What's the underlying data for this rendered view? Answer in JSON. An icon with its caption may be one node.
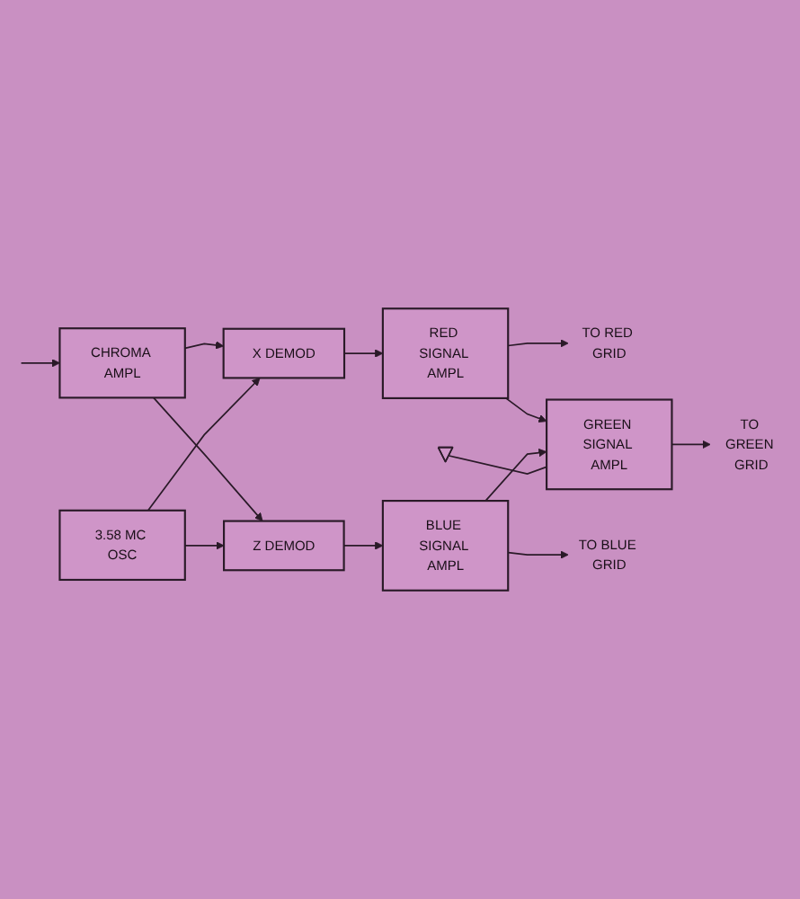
{
  "diagram": {
    "nodes": [
      {
        "text": [
          "X DEMOD"
        ]
      },
      {
        "text": [
          "RED SIGNAL AMPL"
        ]
      },
      {
        "text": [
          "TO RED GRID"
        ]
      },
      {
        "text": [
          "CHROMA AMPL"
        ]
      },
      {
        "text": [],
        "shape": "ground"
      },
      {
        "text": [
          "GREEN SIGNAL AMPL"
        ]
      },
      {
        "text": [
          "TO GREEN GRID"
        ]
      },
      {
        "text": [
          "3.58 MC OSC"
        ]
      },
      {
        "text": [
          "BLUE SIGNAL AMPL"
        ]
      },
      {
        "text": [
          "TO BLUE GRID"
        ]
      },
      {
        "text": [
          "Z DEMOD"
        ]
      }
    ],
    "edges": [
      {
        "from": null,
        "to": 3,
        "arrow": "to"
      },
      {
        "from": 3,
        "to": 0,
        "arrow": "to"
      },
      {
        "from": 3,
        "to": 10,
        "arrow": "to"
      },
      {
        "from": 7,
        "to": 0,
        "arrow": "to"
      },
      {
        "from": 7,
        "to": 10,
        "arrow": "to"
      },
      {
        "from": 0,
        "to": 1,
        "arrow": "to"
      },
      {
        "from": 1,
        "to": 5,
        "arrow": "to"
      },
      {
        "from": 8,
        "to": 5,
        "arrow": "to"
      },
      {
        "from": 10,
        "to": 8,
        "arrow": "to"
      },
      {
        "from": 1,
        "to": 2,
        "arrow": "to"
      },
      {
        "from": 5,
        "to": 6,
        "arrow": "to"
      },
      {
        "from": 8,
        "to": 9,
        "arrow": "to"
      },
      {
        "from": 4,
        "to": 5,
        "arrow": "none"
      }
    ]
  }
}
